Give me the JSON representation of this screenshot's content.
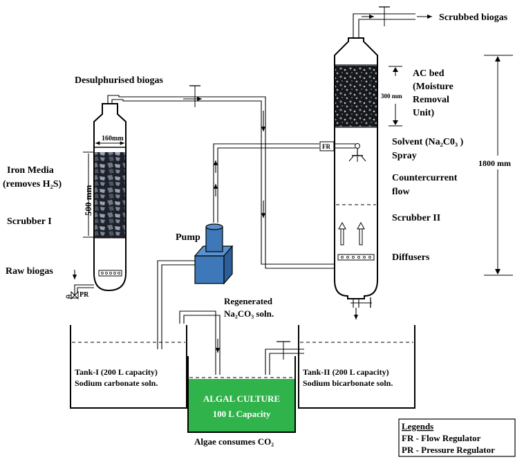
{
  "labels": {
    "scrubbed_biogas": "Scrubbed biogas",
    "desulphurised_biogas": "Desulphurised biogas",
    "ac_bed": [
      "AC bed",
      "(Moisture",
      "Removal",
      "Unit)"
    ],
    "dim_300": "300 mm",
    "dim_1800": "1800 mm",
    "dim_160": "160mm",
    "dim_500": "500 mm",
    "solvent": [
      "Solvent (Na₂C0₃ )",
      "Spray"
    ],
    "countercurrent": [
      "Countercurrent",
      "flow"
    ],
    "iron_media": [
      "Iron Media",
      "(removes H₂S)"
    ],
    "scrubber_1": "Scrubber I",
    "scrubber_2": "Scrubber II",
    "pump": "Pump",
    "raw_biogas": "Raw biogas",
    "diffusers": "Diffusers",
    "regenerated": [
      "Regenerated",
      "Na₂CO₃ soln."
    ],
    "fr_tag": "FR",
    "pr_tag": "PR",
    "tank1": [
      "Tank-I (200 L capacity)",
      "Sodium carbonate soln."
    ],
    "tank2": [
      "Tank-II (200 L capacity)",
      "Sodium bicarbonate soln."
    ],
    "algal": [
      "ALGAL CULTURE",
      "100 L Capacity"
    ],
    "algae_consumes": "Algae consumes CO₂"
  },
  "legend": {
    "title": "Legends",
    "items": [
      "FR - Flow Regulator",
      "PR - Pressure Regulator"
    ]
  },
  "colors": {
    "algal_tank": "#2fb34a",
    "pump": "#3e78b8",
    "packing_dark": "#1c1e24"
  }
}
